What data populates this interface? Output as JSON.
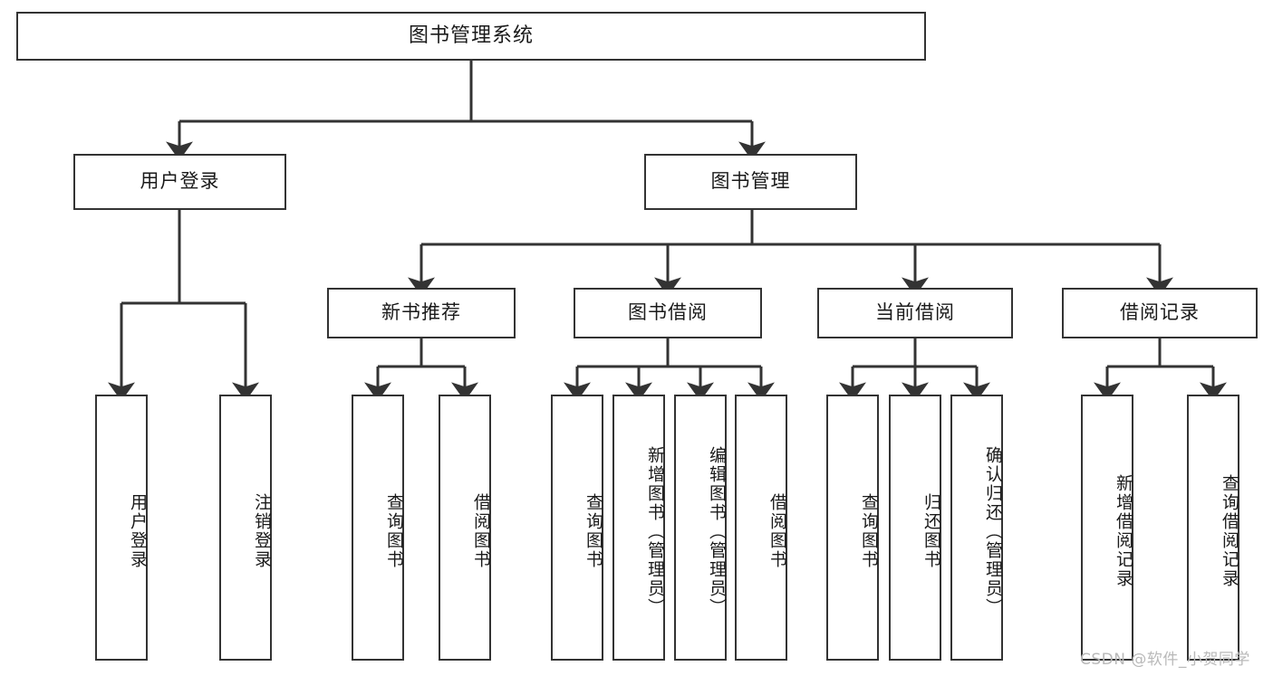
{
  "diagram": {
    "title": "图书管理系统",
    "type": "tree",
    "watermark": "CSDN @软件_小贺同学",
    "colors": {
      "border": "#333333",
      "background": "#ffffff",
      "text": "#1a1a1a",
      "watermark": "#b9b9b9"
    },
    "nodes": {
      "root": {
        "label": "图书管理系统"
      },
      "level2": [
        {
          "id": "user-login",
          "label": "用户登录"
        },
        {
          "id": "book-manage",
          "label": "图书管理"
        }
      ],
      "level3": [
        {
          "id": "new-book-recommend",
          "label": "新书推荐"
        },
        {
          "id": "book-borrow",
          "label": "图书借阅"
        },
        {
          "id": "current-borrow",
          "label": "当前借阅"
        },
        {
          "id": "borrow-record",
          "label": "借阅记录"
        }
      ],
      "leaves": {
        "user-login": [
          {
            "id": "leaf-user-login",
            "label": "用户登录"
          },
          {
            "id": "leaf-logout-login",
            "label": "注销登录"
          }
        ],
        "new-book-recommend": [
          {
            "id": "leaf-query-book-1",
            "label": "查询图书"
          },
          {
            "id": "leaf-borrow-book-1",
            "label": "借阅图书"
          }
        ],
        "book-borrow": [
          {
            "id": "leaf-query-book-2",
            "label": "查询图书"
          },
          {
            "id": "leaf-add-book",
            "label": "新增图书（管理员）"
          },
          {
            "id": "leaf-edit-book",
            "label": "编辑图书（管理员）"
          },
          {
            "id": "leaf-borrow-book-2",
            "label": "借阅图书"
          }
        ],
        "current-borrow": [
          {
            "id": "leaf-query-book-3",
            "label": "查询图书"
          },
          {
            "id": "leaf-return-book",
            "label": "归还图书"
          },
          {
            "id": "leaf-confirm-return",
            "label": "确认归还（管理员）"
          }
        ],
        "borrow-record": [
          {
            "id": "leaf-add-record",
            "label": "新增借阅记录"
          },
          {
            "id": "leaf-query-record",
            "label": "查询借阅记录"
          }
        ]
      }
    }
  }
}
